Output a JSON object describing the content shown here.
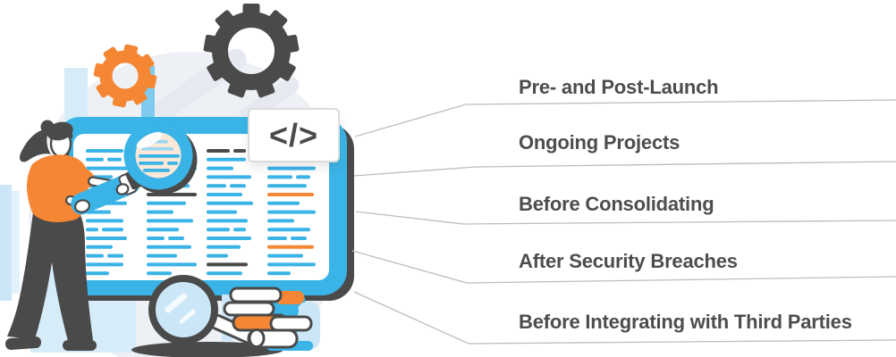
{
  "illustration": {
    "code_badge": {
      "glyph": "</>"
    },
    "colors": {
      "blue": "#3AB3E6",
      "light_blue": "#CBE7F7",
      "pale_blue": "#E3F1FA",
      "orange": "#F58634",
      "dark_gray": "#4A4A4A",
      "blob_gray": "#EDF0F4",
      "lens_cream": "#FBE8D9",
      "connector_gray": "#BDBDBD",
      "label_text": "#4D4D4D"
    }
  },
  "labels": [
    {
      "text": "Pre- and Post-Launch"
    },
    {
      "text": "Ongoing Projects"
    },
    {
      "text": "Before Consolidating"
    },
    {
      "text": "After Security Breaches"
    },
    {
      "text": "Before Integrating with Third Parties"
    }
  ]
}
